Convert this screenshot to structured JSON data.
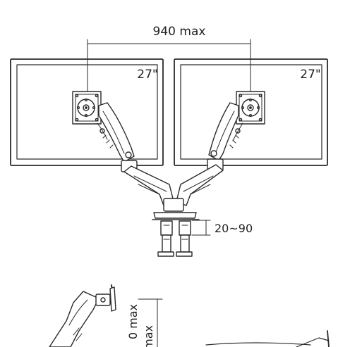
{
  "dimensions": {
    "span_label": "940 max",
    "clamp_label": "20~90",
    "height_label_partial": "0 max",
    "height_label_partial_2": "max"
  },
  "monitors": [
    {
      "size_label": "27\""
    },
    {
      "size_label": "27\""
    }
  ],
  "colors": {
    "stroke": "#2a2a2a",
    "text": "#222222",
    "background": "#ffffff"
  }
}
